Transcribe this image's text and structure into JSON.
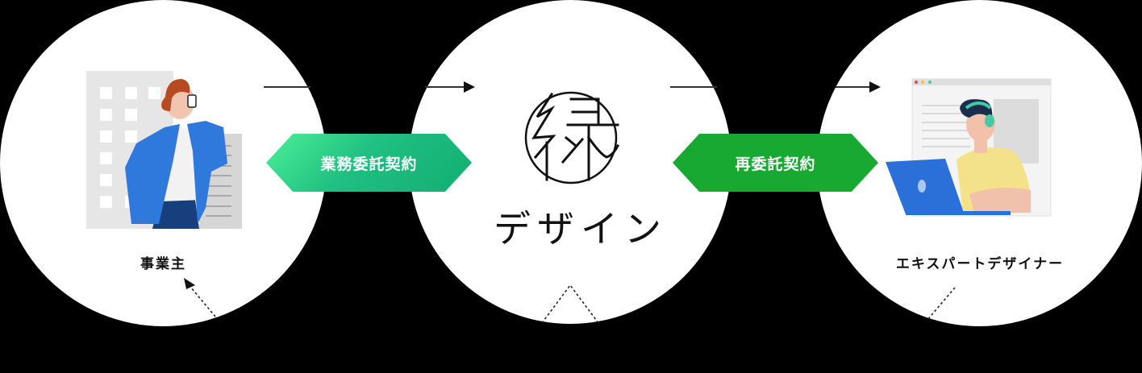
{
  "nodes": [
    {
      "id": "client",
      "label": "事業主",
      "illustration": "businesswoman-phone-building"
    },
    {
      "id": "company",
      "logo_kanji": "縁",
      "logo_text": "デザイン"
    },
    {
      "id": "designer",
      "label": "エキスパートデザイナー",
      "illustration": "designer-headphones-laptop"
    }
  ],
  "contracts": [
    {
      "label": "業務委託契約",
      "color_start": "#4cf096",
      "color_end": "#12ae72"
    },
    {
      "label": "再委託契約",
      "color": "#17a932"
    }
  ],
  "colors": {
    "background": "#000000",
    "circle": "#ffffff",
    "arrow": "#222222"
  }
}
